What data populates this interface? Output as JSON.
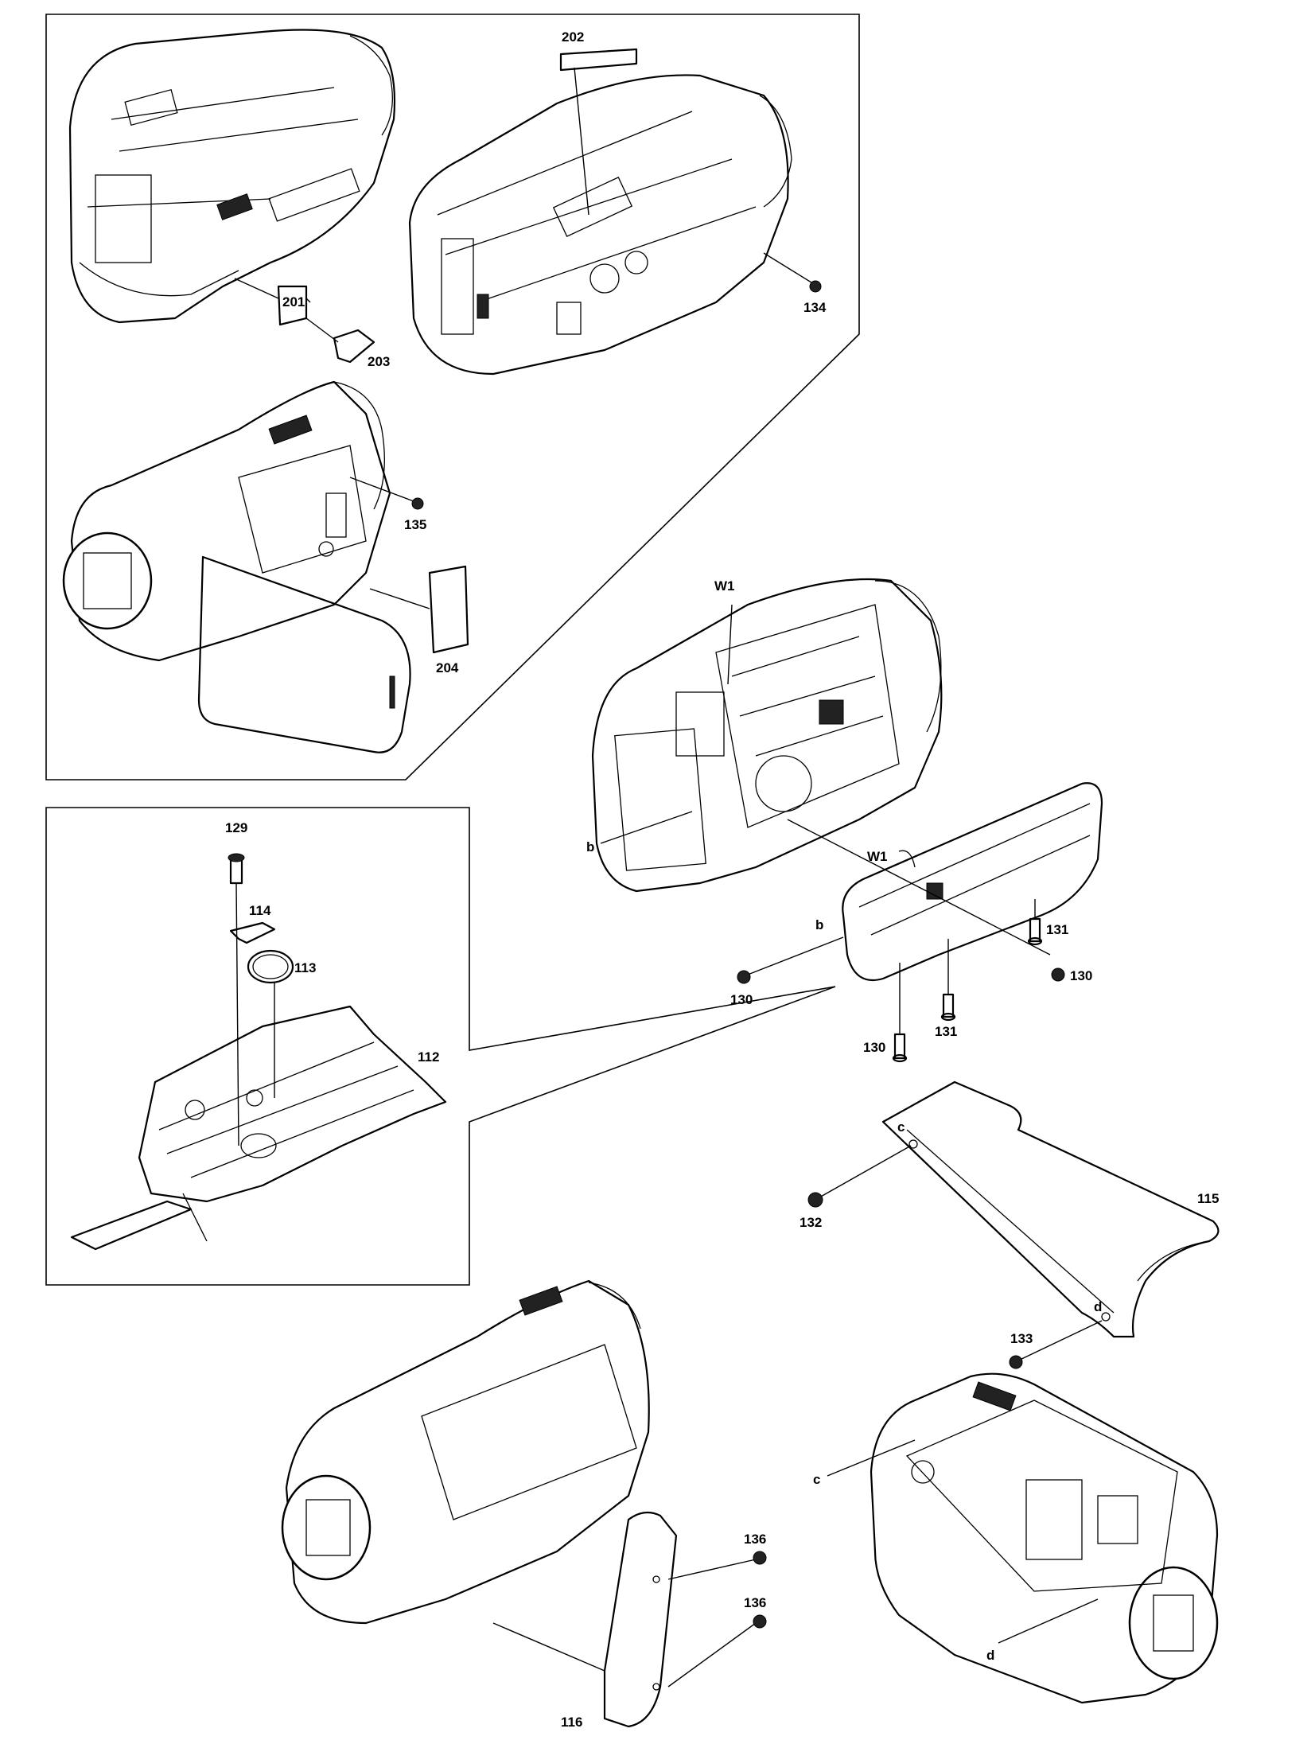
{
  "labels": {
    "l201": "201",
    "l202": "202",
    "l203": "203",
    "l134": "134",
    "l135": "135",
    "l204": "204",
    "lW1a": "W1",
    "lW1b": "W1",
    "lb1": "b",
    "lb2": "b",
    "l129": "129",
    "l114": "114",
    "l113": "113",
    "l112": "112",
    "l131a": "131",
    "l131b": "131",
    "l130a": "130",
    "l130b": "130",
    "l130c": "130",
    "lc1": "c",
    "lc2": "c",
    "l132": "132",
    "l115": "115",
    "ld1": "d",
    "ld2": "d",
    "l133": "133",
    "l136a": "136",
    "l136b": "136",
    "l116": "116"
  }
}
